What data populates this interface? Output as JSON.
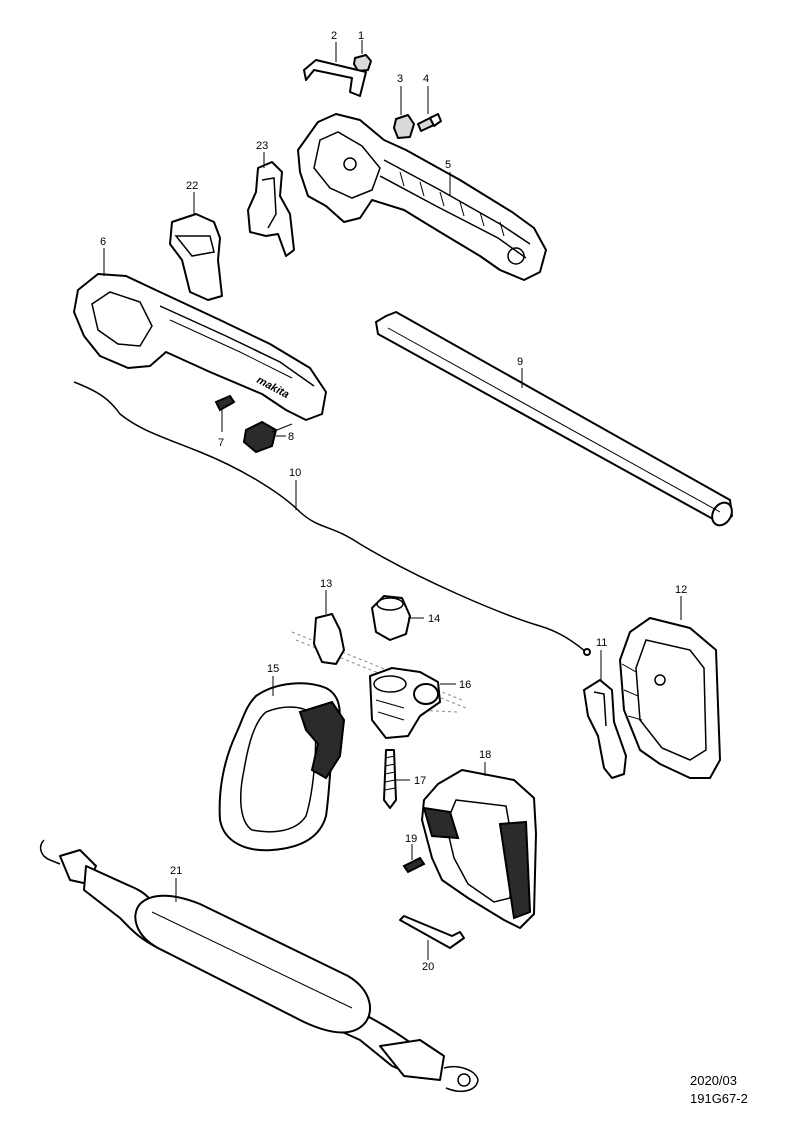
{
  "diagram": {
    "parts": [
      {
        "ref": "1"
      },
      {
        "ref": "2"
      },
      {
        "ref": "3"
      },
      {
        "ref": "4"
      },
      {
        "ref": "5"
      },
      {
        "ref": "6"
      },
      {
        "ref": "7"
      },
      {
        "ref": "8"
      },
      {
        "ref": "9"
      },
      {
        "ref": "10"
      },
      {
        "ref": "11"
      },
      {
        "ref": "12"
      },
      {
        "ref": "13"
      },
      {
        "ref": "14"
      },
      {
        "ref": "15"
      },
      {
        "ref": "16"
      },
      {
        "ref": "17"
      },
      {
        "ref": "18"
      },
      {
        "ref": "19"
      },
      {
        "ref": "20"
      },
      {
        "ref": "21"
      },
      {
        "ref": "22"
      },
      {
        "ref": "23"
      }
    ],
    "housing_logo": "makita"
  },
  "footer": {
    "date": "2020/03",
    "code": "191G67-2"
  }
}
